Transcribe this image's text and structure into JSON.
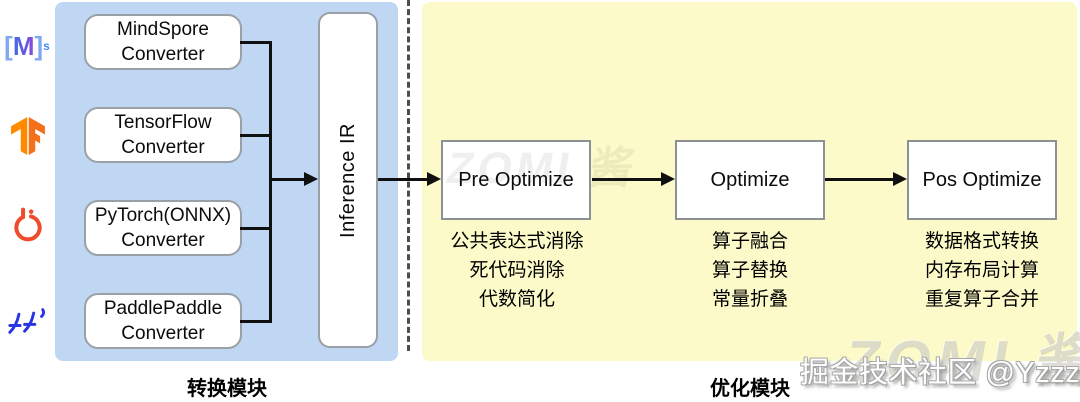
{
  "diagram": {
    "conversion_module": {
      "title": "转换模块",
      "converters": [
        {
          "label": "MindSpore\nConverter"
        },
        {
          "label": "TensorFlow\nConverter"
        },
        {
          "label": "PyTorch(ONNX)\nConverter"
        },
        {
          "label": "PaddlePaddle\nConverter"
        }
      ],
      "inference_ir": "Inference IR"
    },
    "optimization_module": {
      "title": "优化模块",
      "stages": [
        {
          "label": "Pre Optimize",
          "items": [
            "公共表达式消除",
            "死代码消除",
            "代数简化"
          ]
        },
        {
          "label": "Optimize",
          "items": [
            "算子融合",
            "算子替换",
            "常量折叠"
          ]
        },
        {
          "label": "Pos Optimize",
          "items": [
            "数据格式转换",
            "内存布局计算",
            "重复算子合并"
          ]
        }
      ]
    }
  },
  "logos": {
    "mindspore": {
      "open": "[",
      "letter": "M",
      "close": "]",
      "sup": "s"
    }
  },
  "watermarks": {
    "juejin": "掘金技术社区 @Yzzzu",
    "zomi": "ZOMI 酱"
  },
  "colors": {
    "conversion_panel": "#BFD7F3",
    "optimization_panel": "#FCFAC8",
    "box_fill": "#FFFFFF",
    "box_border": "#9AA0A6",
    "line": "#101010",
    "separator": "#4D4D4D",
    "mindspore_blue": "#4A6BE0",
    "tensorflow_orange": "#FF8A00",
    "pytorch_red": "#EE4C2C",
    "paddle_blue": "#2A36E3"
  }
}
